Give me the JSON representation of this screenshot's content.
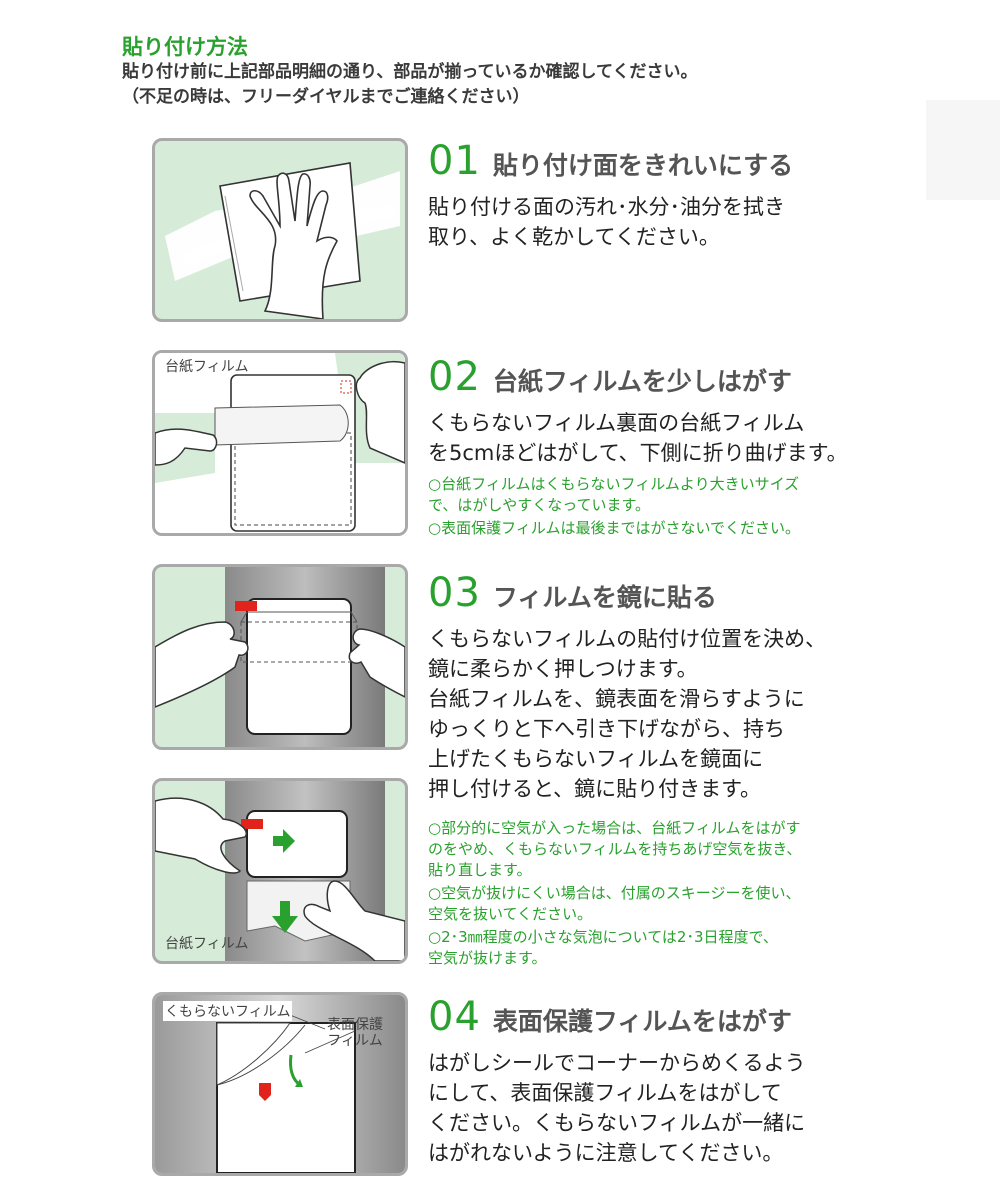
{
  "header": {
    "title": "貼り付け方法",
    "line1": "貼り付け前に上記部品明細の通り、部品が揃っているか確認してください。",
    "line2": "（不足の時は、フリーダイヤルまでご連絡ください）"
  },
  "panels": {
    "p2_label": "台紙フィルム",
    "p4_label": "台紙フィルム",
    "p5_label_a": "くもらないフィルム",
    "p5_label_b1": "表面保護",
    "p5_label_b2": "フィルム"
  },
  "steps": [
    {
      "num": "01",
      "title": "貼り付け面をきれいにする",
      "lines": [
        "貼り付ける面の汚れ･水分･油分を拭き",
        "取り、よく乾かしてください。"
      ]
    },
    {
      "num": "02",
      "title": "台紙フィルムを少しはがす",
      "lines": [
        "くもらないフィルム裏面の台紙フィルム",
        "を5cmほどはがして、下側に折り曲げます。"
      ],
      "notes": [
        [
          "○台紙フィルムはくもらないフィルムより大きいサイズ",
          "で、はがしやすくなっています。"
        ],
        [
          "○表面保護フィルムは最後まではがさないでください。"
        ]
      ]
    },
    {
      "num": "03",
      "title": "フィルムを鏡に貼る",
      "lines": [
        "くもらないフィルムの貼付け位置を決め、",
        "鏡に柔らかく押しつけます。",
        "台紙フィルムを、鏡表面を滑らすように",
        "ゆっくりと下へ引き下げながら、持ち",
        "上げたくもらないフィルムを鏡面に",
        "押し付けると、鏡に貼り付きます。"
      ],
      "notes": [
        [
          "○部分的に空気が入った場合は、台紙フィルムをはがす",
          "のをやめ、くもらないフィルムを持ちあげ空気を抜き、",
          "貼り直します。"
        ],
        [
          "○空気が抜けにくい場合は、付属のスキージーを使い、",
          "空気を抜いてください。"
        ],
        [
          "○2･3㎜程度の小さな気泡については2･3日程度で、",
          "空気が抜けます。"
        ]
      ]
    },
    {
      "num": "04",
      "title": "表面保護フィルムをはがす",
      "lines": [
        "はがしシールでコーナーからめくるよう",
        "にして、表面保護フィルムをはがして",
        "ください。くもらないフィルムが一緒に",
        "はがれないように注意してください。"
      ]
    }
  ],
  "colors": {
    "accent": "#2aa12e",
    "panel_bg": "#d6ecd9",
    "panel_border": "#a9a9a9",
    "tab_red": "#e0241c"
  }
}
